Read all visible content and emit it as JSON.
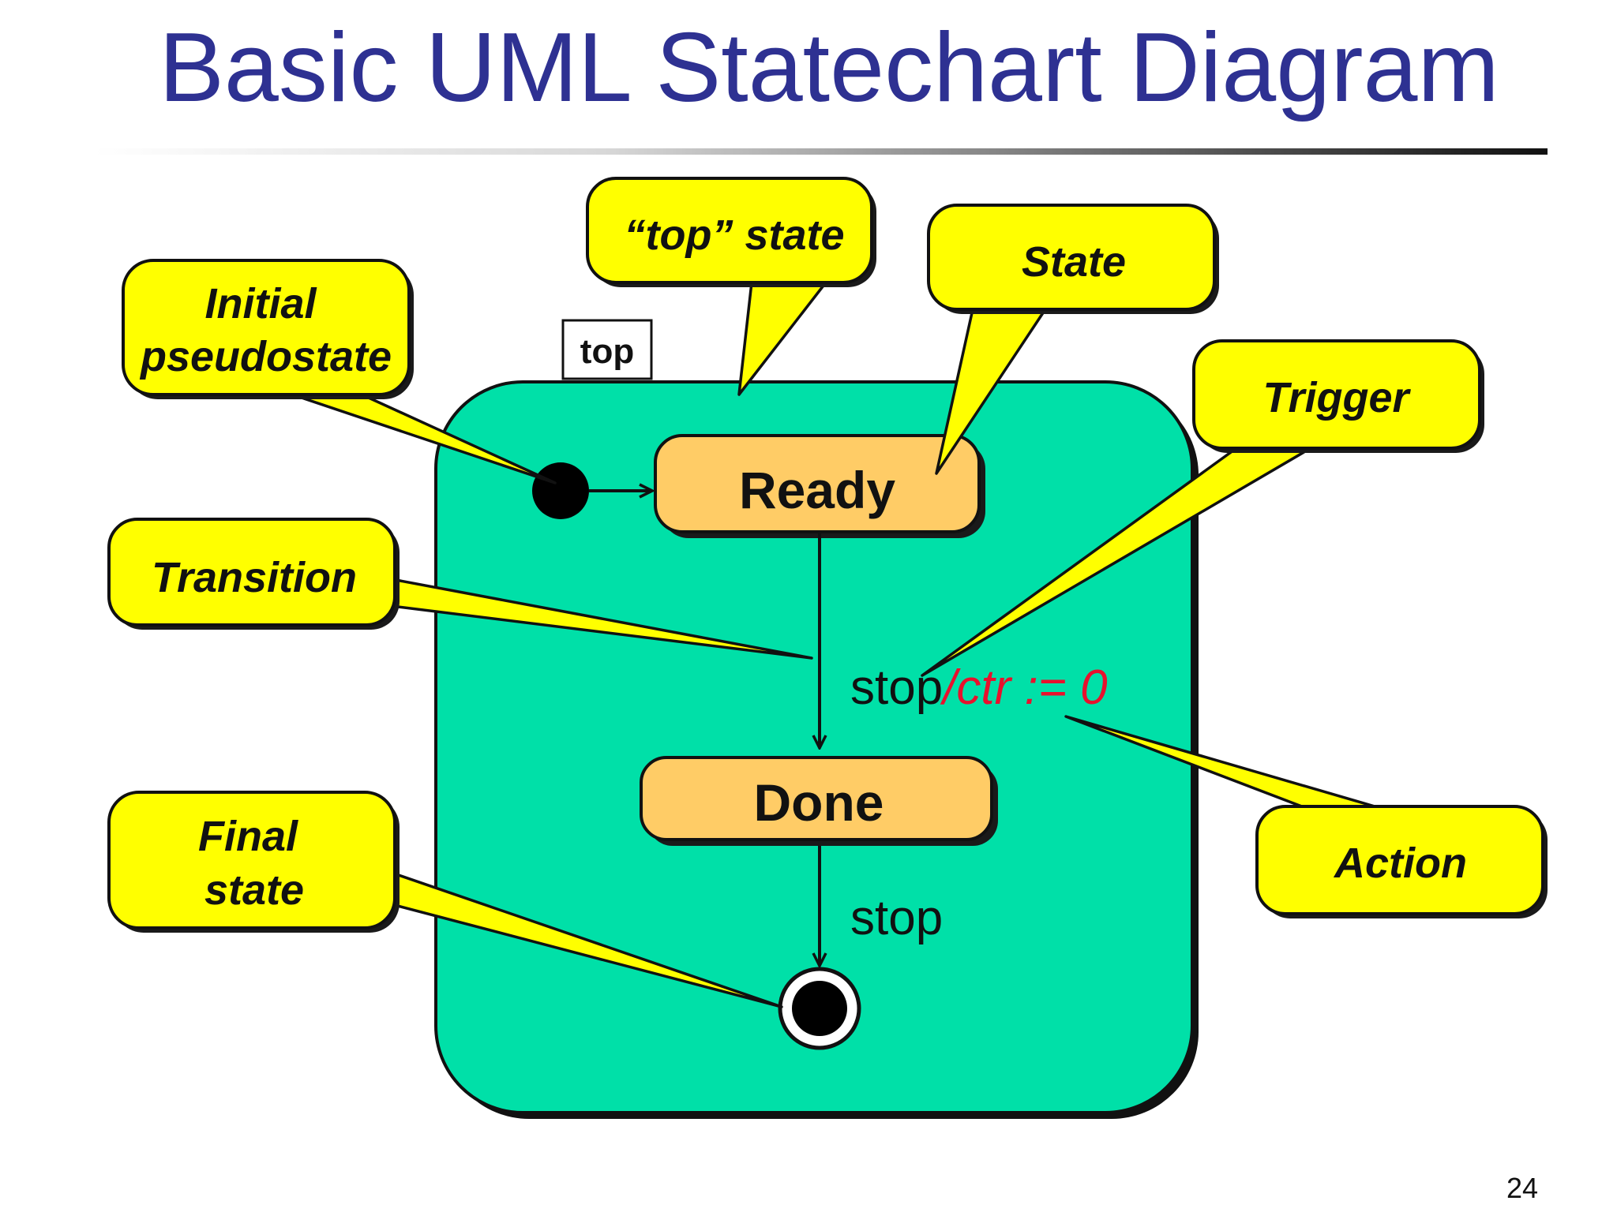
{
  "title": "Basic UML Statechart Diagram",
  "page_number": "24",
  "colors": {
    "title": "#2e3192",
    "top_state_fill": "#00e0a8",
    "state_fill": "#ffcc66",
    "callout_fill": "#ffff00",
    "action_text": "#e8112d"
  },
  "top_state": {
    "label": "top"
  },
  "states": {
    "ready": "Ready",
    "done": "Done"
  },
  "transitions": {
    "ready_to_done": {
      "trigger": "stop",
      "action": "/ctr := 0"
    },
    "done_to_final": {
      "trigger": "stop"
    }
  },
  "callouts": {
    "initial_line1": "Initial",
    "initial_line2": "pseudostate",
    "top_state": "“top” state",
    "state": "State",
    "trigger": "Trigger",
    "transition": "Transition",
    "action": "Action",
    "final_line1": "Final",
    "final_line2": "state"
  }
}
